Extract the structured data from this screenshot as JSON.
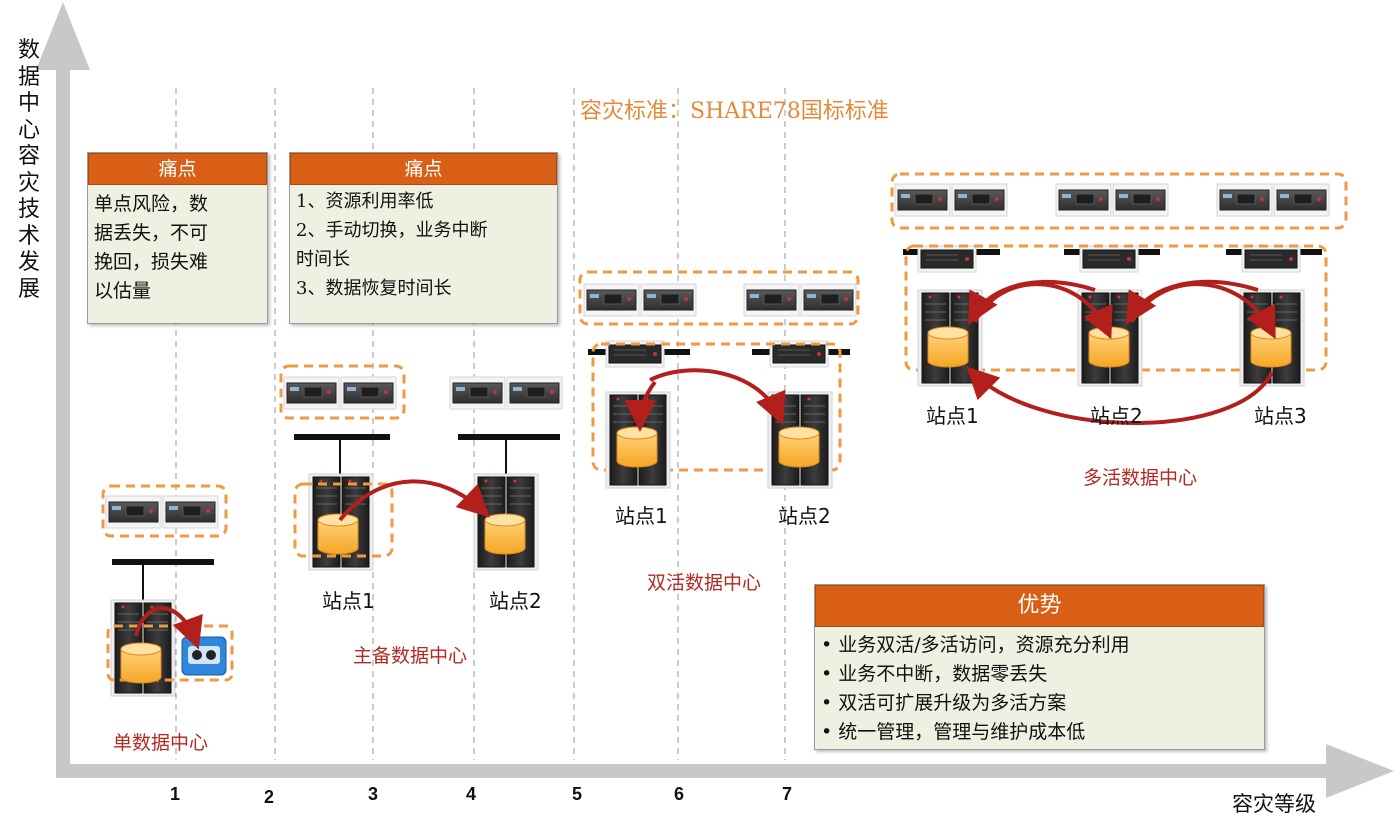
{
  "y_axis_label": "数据中心容灾技术发展",
  "x_axis_label": "容灾等级",
  "x_ticks": [
    "1",
    "2",
    "3",
    "4",
    "5",
    "6",
    "7"
  ],
  "standard_title": "容灾标准：SHARE78国标标准",
  "pain_box_1": {
    "header": "痛点",
    "lines": [
      "单点风险，数",
      "据丢失，不可",
      "挽回，损失难",
      "以估量"
    ]
  },
  "pain_box_2": {
    "header": "痛点",
    "lines": [
      "1、资源利用率低",
      "2、手动切换，业务中断",
      "时间长",
      "3、数据恢复时间长"
    ]
  },
  "advantage_box": {
    "header": "优势",
    "items": [
      "业务双活/多活访问，资源充分利用",
      "业务不中断，数据零丢失",
      "双活可扩展升级为多活方案",
      "统一管理，管理与维护成本低"
    ]
  },
  "captions": {
    "single": "单数据中心",
    "active_standby": "主备数据中心",
    "active_active": "双活数据中心",
    "multi_active": "多活数据中心"
  },
  "sites": {
    "as_site1": "站点1",
    "as_site2": "站点2",
    "aa_site1": "站点1",
    "aa_site2": "站点2",
    "ma_site1": "站点1",
    "ma_site2": "站点2",
    "ma_site3": "站点3"
  },
  "colors": {
    "accent_orange": "#d85f15",
    "dash_orange": "#ef9a43",
    "arrow_red": "#b31f1a",
    "axis_gray": "#c8c8c8",
    "box_bg": "#eef0e1"
  }
}
